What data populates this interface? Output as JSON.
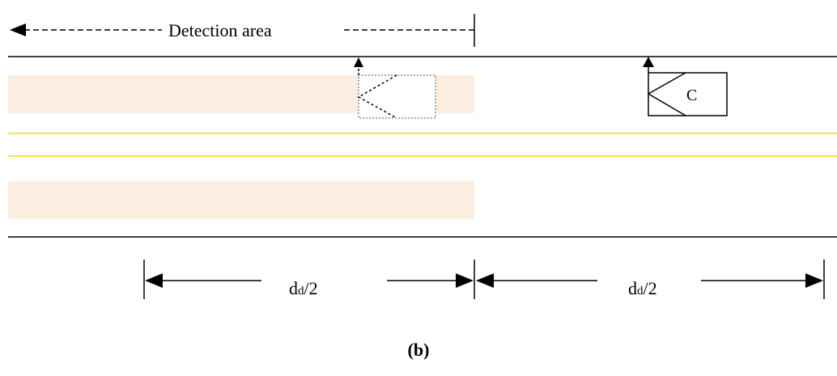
{
  "figure": {
    "detection_label": "Detection area",
    "car_label": "C",
    "dim_left": {
      "main": "d",
      "sub": "d",
      "tail": "/2"
    },
    "dim_right": {
      "main": "d",
      "sub": "d",
      "tail": "/2"
    },
    "caption": "(b)"
  },
  "colors": {
    "road_line": "#000000",
    "center_line": "#f2ea3a",
    "detection_zone": "#fdeee2",
    "background": "#ffffff"
  }
}
